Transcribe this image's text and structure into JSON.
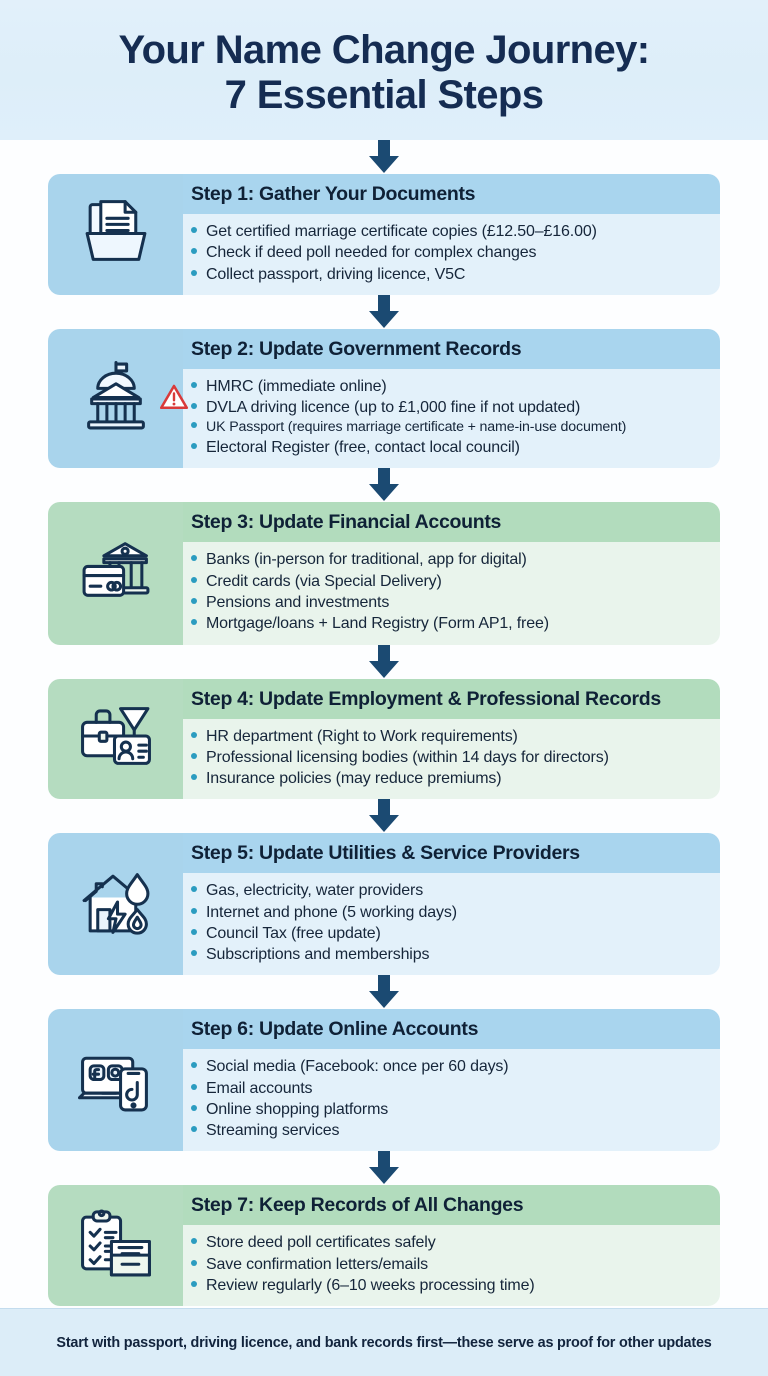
{
  "header": {
    "title_line1": "Your Name Change Journey:",
    "title_line2": "7 Essential Steps"
  },
  "colors": {
    "banner_bg": "#e2f0fa",
    "arrow": "#1b4a72",
    "title_text": "#152c52",
    "bullet_dot": "#2b9cc0",
    "blue_icon_pane": "#a9d4ec",
    "blue_header": "#a9d5ee",
    "blue_body": "#e3f1fa",
    "green_icon_pane": "#b5dcc0",
    "green_header": "#b2dcbd",
    "green_body": "#e9f4ec",
    "warning_red": "#d93a3a",
    "footer_bg": "#dcedf8"
  },
  "steps": [
    {
      "title": "Step 1: Gather Your Documents",
      "icon": "documents-folder-icon",
      "theme": "blue",
      "bullets": [
        "Get certified marriage certificate copies (£12.50–£16.00)",
        "Check if deed poll needed for complex changes",
        "Collect passport, driving licence, V5C"
      ]
    },
    {
      "title": "Step 2: Update Government Records",
      "icon": "government-building-icon",
      "theme": "blue",
      "warning": true,
      "bullets": [
        "HMRC (immediate online)",
        "DVLA driving licence (up to £1,000 fine if not updated)",
        "UK Passport (requires marriage certificate + name-in-use document)",
        "Electoral Register (free, contact local council)"
      ],
      "small_bullets": [
        2
      ]
    },
    {
      "title": "Step 3: Update Financial Accounts",
      "icon": "bank-credit-card-icon",
      "theme": "green",
      "bullets": [
        "Banks (in-person for traditional, app for digital)",
        "Credit cards (via Special Delivery)",
        "Pensions and investments",
        "Mortgage/loans + Land Registry (Form AP1, free)"
      ]
    },
    {
      "title": "Step 4: Update Employment & Professional Records",
      "icon": "briefcase-id-badge-icon",
      "theme": "green",
      "bullets": [
        "HR department (Right to Work requirements)",
        "Professional licensing bodies (within 14 days for directors)",
        "Insurance policies (may reduce premiums)"
      ]
    },
    {
      "title": "Step 5: Update Utilities & Service Providers",
      "icon": "house-utilities-icon",
      "theme": "blue",
      "bullets": [
        "Gas, electricity, water providers",
        "Internet and phone (5 working days)",
        "Council Tax (free update)",
        "Subscriptions and memberships"
      ]
    },
    {
      "title": "Step 6: Update Online Accounts",
      "icon": "laptop-phone-social-icon",
      "theme": "blue",
      "bullets": [
        "Social media (Facebook: once per 60 days)",
        "Email accounts",
        "Online shopping platforms",
        "Streaming services"
      ]
    },
    {
      "title": "Step 7: Keep Records of All Changes",
      "icon": "clipboard-file-box-icon",
      "theme": "green",
      "bullets": [
        "Store deed poll certificates safely",
        "Save confirmation letters/emails",
        "Review regularly (6–10 weeks processing time)"
      ]
    }
  ],
  "footer": {
    "note": "Start with passport, driving licence, and bank records first—these serve as proof for other updates"
  }
}
